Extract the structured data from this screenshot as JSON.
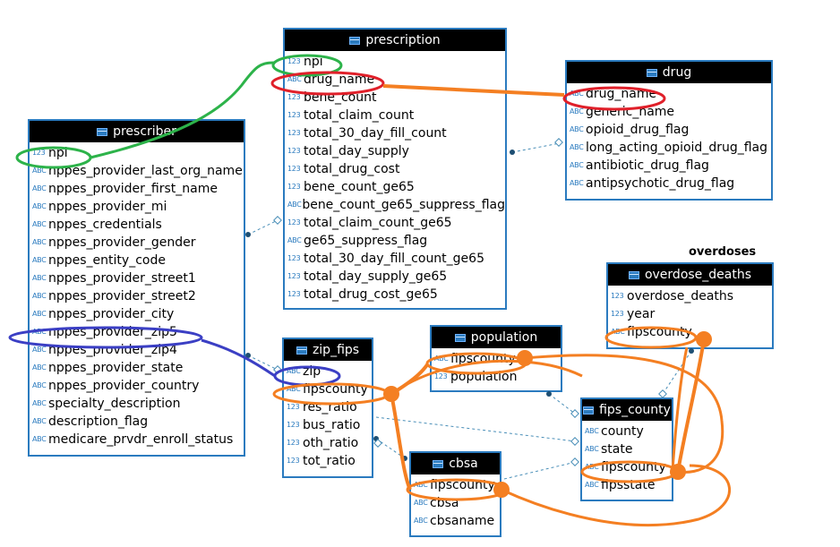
{
  "tables": {
    "prescription": {
      "title": "prescription",
      "columns": [
        {
          "type": "123",
          "name": "npi"
        },
        {
          "type": "ABC",
          "name": "drug_name"
        },
        {
          "type": "123",
          "name": "bene_count"
        },
        {
          "type": "123",
          "name": "total_claim_count"
        },
        {
          "type": "123",
          "name": "total_30_day_fill_count"
        },
        {
          "type": "123",
          "name": "total_day_supply"
        },
        {
          "type": "123",
          "name": "total_drug_cost"
        },
        {
          "type": "123",
          "name": "bene_count_ge65"
        },
        {
          "type": "ABC",
          "name": "bene_count_ge65_suppress_flag"
        },
        {
          "type": "123",
          "name": "total_claim_count_ge65"
        },
        {
          "type": "ABC",
          "name": "ge65_suppress_flag"
        },
        {
          "type": "123",
          "name": "total_30_day_fill_count_ge65"
        },
        {
          "type": "123",
          "name": "total_day_supply_ge65"
        },
        {
          "type": "123",
          "name": "total_drug_cost_ge65"
        }
      ]
    },
    "drug": {
      "title": "drug",
      "columns": [
        {
          "type": "ABC",
          "name": "drug_name"
        },
        {
          "type": "ABC",
          "name": "generic_name"
        },
        {
          "type": "ABC",
          "name": "opioid_drug_flag"
        },
        {
          "type": "ABC",
          "name": "long_acting_opioid_drug_flag"
        },
        {
          "type": "ABC",
          "name": "antibiotic_drug_flag"
        },
        {
          "type": "ABC",
          "name": "antipsychotic_drug_flag"
        }
      ]
    },
    "prescriber": {
      "title": "prescriber",
      "columns": [
        {
          "type": "123",
          "name": "npi"
        },
        {
          "type": "ABC",
          "name": "nppes_provider_last_org_name"
        },
        {
          "type": "ABC",
          "name": "nppes_provider_first_name"
        },
        {
          "type": "ABC",
          "name": "nppes_provider_mi"
        },
        {
          "type": "ABC",
          "name": "nppes_credentials"
        },
        {
          "type": "ABC",
          "name": "nppes_provider_gender"
        },
        {
          "type": "ABC",
          "name": "nppes_entity_code"
        },
        {
          "type": "ABC",
          "name": "nppes_provider_street1"
        },
        {
          "type": "ABC",
          "name": "nppes_provider_street2"
        },
        {
          "type": "ABC",
          "name": "nppes_provider_city"
        },
        {
          "type": "ABC",
          "name": "nppes_provider_zip5"
        },
        {
          "type": "ABC",
          "name": "nppes_provider_zip4"
        },
        {
          "type": "ABC",
          "name": "nppes_provider_state"
        },
        {
          "type": "ABC",
          "name": "nppes_provider_country"
        },
        {
          "type": "ABC",
          "name": "specialty_description"
        },
        {
          "type": "ABC",
          "name": "description_flag"
        },
        {
          "type": "ABC",
          "name": "medicare_prvdr_enroll_status"
        }
      ]
    },
    "overdose_deaths": {
      "title": "overdose_deaths",
      "columns": [
        {
          "type": "123",
          "name": "overdose_deaths"
        },
        {
          "type": "123",
          "name": "year"
        },
        {
          "type": "ABC",
          "name": "fipscounty"
        }
      ]
    },
    "population": {
      "title": "population",
      "columns": [
        {
          "type": "ABC",
          "name": "fipscounty"
        },
        {
          "type": "123",
          "name": "population"
        }
      ]
    },
    "zip_fips": {
      "title": "zip_fips",
      "columns": [
        {
          "type": "ABC",
          "name": "zip"
        },
        {
          "type": "ABC",
          "name": "fipscounty"
        },
        {
          "type": "123",
          "name": "res_ratio"
        },
        {
          "type": "123",
          "name": "bus_ratio"
        },
        {
          "type": "123",
          "name": "oth_ratio"
        },
        {
          "type": "123",
          "name": "tot_ratio"
        }
      ]
    },
    "fips_county": {
      "title": "fips_county",
      "columns": [
        {
          "type": "ABC",
          "name": "county"
        },
        {
          "type": "ABC",
          "name": "state"
        },
        {
          "type": "ABC",
          "name": "fipscounty"
        },
        {
          "type": "ABC",
          "name": "fipsstate"
        }
      ]
    },
    "cbsa": {
      "title": "cbsa",
      "columns": [
        {
          "type": "ABC",
          "name": "fipscounty"
        },
        {
          "type": "ABC",
          "name": "cbsa"
        },
        {
          "type": "ABC",
          "name": "cbsaname"
        }
      ]
    }
  },
  "captions": {
    "overdoses": "overdoses"
  },
  "colors": {
    "green": "#2db34a",
    "red": "#e0202a",
    "blue": "#3b3fc4",
    "orange": "#f47f22",
    "relation": "#4a8fb8"
  }
}
